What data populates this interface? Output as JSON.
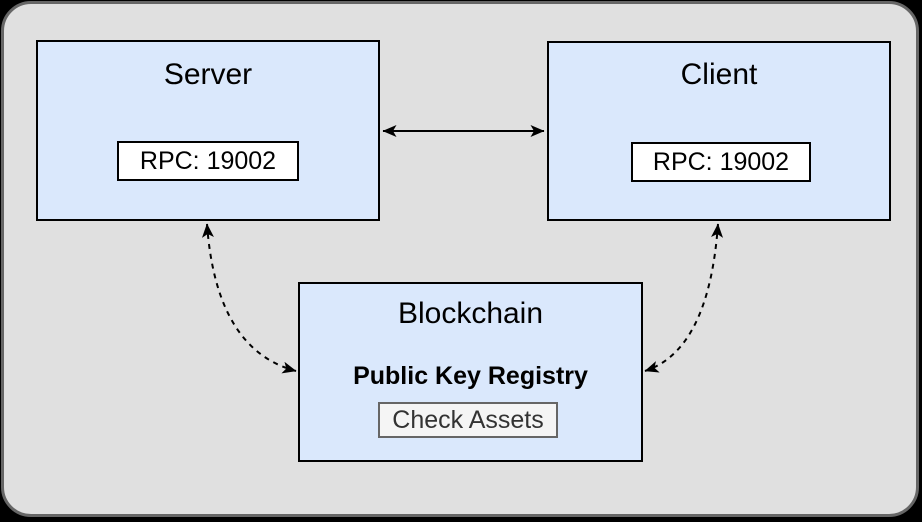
{
  "diagram": {
    "nodes": {
      "server": {
        "title": "Server",
        "port_label": "RPC: 19002"
      },
      "client": {
        "title": "Client",
        "port_label": "RPC: 19002"
      },
      "blockchain": {
        "title": "Blockchain",
        "registry_label": "Public Key Registry",
        "button_label": "Check Assets"
      }
    },
    "connections": [
      {
        "from": "Server",
        "to": "Client",
        "style": "solid",
        "arrows": "both"
      },
      {
        "from": "Server",
        "to": "Blockchain",
        "style": "dashed",
        "arrows": "both"
      },
      {
        "from": "Client",
        "to": "Blockchain",
        "style": "dashed",
        "arrows": "both"
      }
    ],
    "colors": {
      "node_fill": "#dae8fc",
      "node_border": "#000000",
      "canvas_bg": "#e0e0e0",
      "canvas_border": "#666666",
      "outer_bg": "#000000",
      "port_fill": "#ffffff",
      "port_border": "#000000",
      "button_fill": "#f5f5f5",
      "button_border": "#666666",
      "button_text": "#333333",
      "arrow_color": "#000000",
      "text_color": "#000000"
    }
  }
}
